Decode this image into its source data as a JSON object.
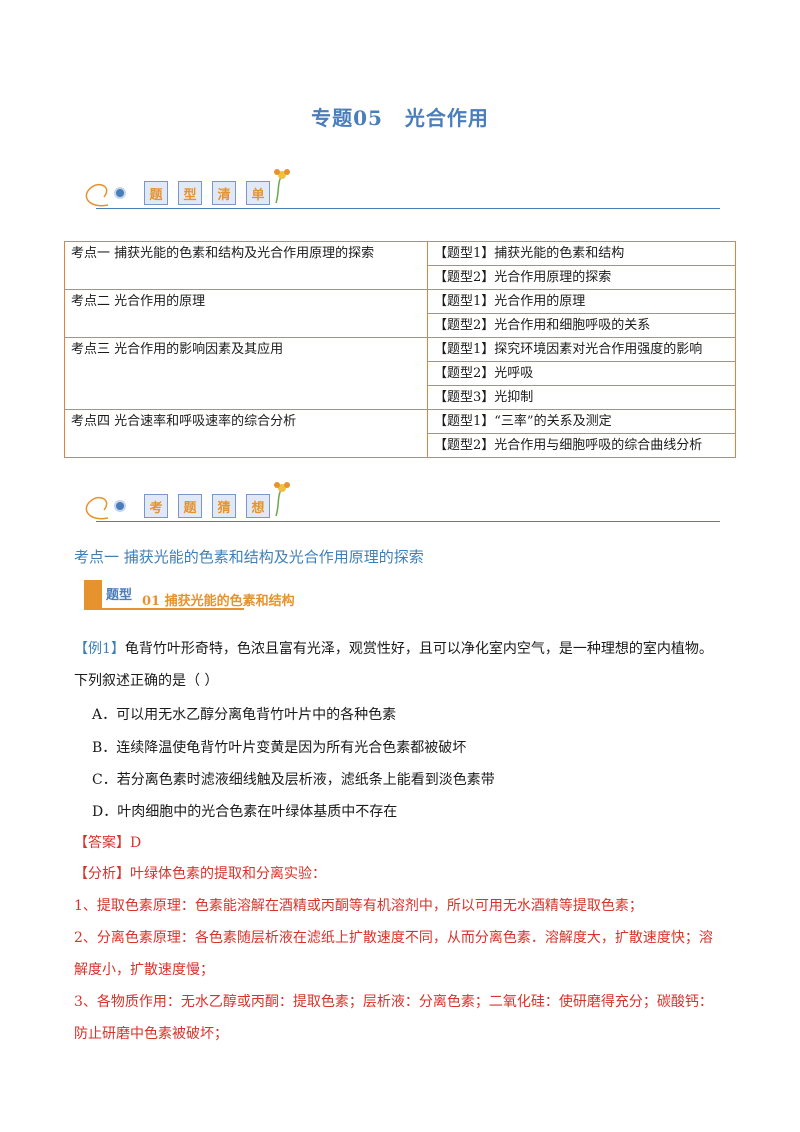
{
  "doc": {
    "title_num": "专题05",
    "title_text": "光合作用",
    "banner1": [
      "题",
      "型",
      "清",
      "单"
    ],
    "banner2": [
      "考",
      "题",
      "猜",
      "想"
    ],
    "toc": [
      {
        "point": "考点一  捕获光能的色素和结构及光合作用原理的探索",
        "types": [
          "【题型1】捕获光能的色素和结构",
          "【题型2】光合作用原理的探索"
        ]
      },
      {
        "point": "考点二  光合作用的原理",
        "types": [
          "【题型1】光合作用的原理",
          "【题型2】光合作用和细胞呼吸的关系"
        ]
      },
      {
        "point": "考点三  光合作用的影响因素及其应用",
        "types": [
          "【题型1】探究环境因素对光合作用强度的影响",
          "【题型2】光呼吸",
          "【题型3】光抑制"
        ]
      },
      {
        "point": "考点四  光合速率和呼吸速率的综合分析",
        "types": [
          "【题型1】“三率”的关系及测定",
          "【题型2】光合作用与细胞呼吸的综合曲线分析"
        ]
      }
    ],
    "section_heading": "考点一  捕获光能的色素和结构及光合作用原理的探索",
    "type_label": "题型",
    "type_title": "01  捕获光能的色素和结构",
    "example_tag": "【例1】",
    "example_line1": "龟背竹叶形奇特，色浓且富有光泽，观赏性好，且可以净化室内空气，是一种理想的室内植物。",
    "example_line2": "下列叙述正确的是（            ）",
    "options": [
      "A．可以用无水乙醇分离龟背竹叶片中的各种色素",
      "B．连续降温使龟背竹叶片变黄是因为所有光合色素都被破坏",
      "C．若分离色素时滤液细线触及层析液，滤纸条上能看到淡色素带",
      "D．叶肉细胞中的光合色素在叶绿体基质中不存在"
    ],
    "answer_tag": "【答案】",
    "answer_value": "D",
    "analysis_tag": "【分析】",
    "analysis_lines": [
      "叶绿体色素的提取和分离实验：",
      "1、提取色素原理：色素能溶解在酒精或丙酮等有机溶剂中，所以可用无水酒精等提取色素；",
      "2、分离色素原理：各色素随层析液在滤纸上扩散速度不同，从而分离色素．溶解度大，扩散速度快；溶",
      "解度小，扩散速度慢；",
      "3、各物质作用：无水乙醇或丙酮：提取色素；层析液：分离色素；二氧化硅：使研磨得充分；碳酸钙：",
      "防止研磨中色素被破坏；"
    ]
  }
}
